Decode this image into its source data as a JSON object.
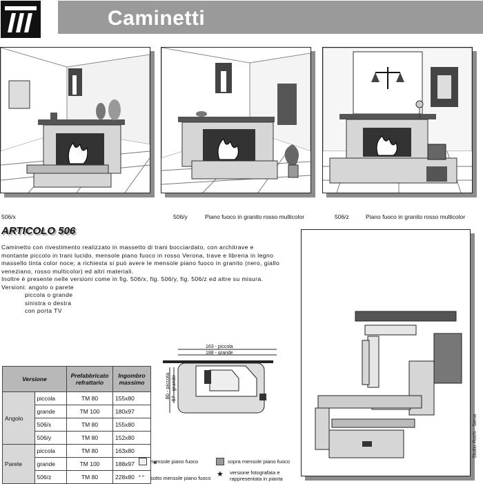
{
  "header": {
    "title": "Caminetti"
  },
  "photos": [
    {
      "code": "506/x",
      "caption": ""
    },
    {
      "code": "506/y",
      "caption": "Piano fuoco in granito rosso multicolor"
    },
    {
      "code": "506/z",
      "caption": "Piano fuoco in granito rosso multicolor"
    }
  ],
  "article": {
    "title": "ARTICOLO 506",
    "desc": [
      "Caminetto con rivestimento realizzato in massetto di trani bocciardato, con architrave e",
      "montante piccolo in trani lucido, mensole piano fuoco in rosso Verona, trave e libreria in legno",
      "massello tinta color noce; a richiesta si può avere le mensole piano fuoco in granito (nero, giallo",
      "veneziano, rosso multicolor) ed altri materiali.",
      "Inoltre è presente nelle versioni come in fig. 506/x, fig. 506/y, fig. 506/z ed altre su misura.",
      "Versioni: angolo o parete"
    ],
    "options": [
      "piccola o grande",
      "sinistra o destra",
      "con porta TV"
    ]
  },
  "table": {
    "headers": [
      "Versione",
      "Prefabbricato refrattario",
      "Ingombro massimo"
    ],
    "groups": [
      {
        "name": "Angolo",
        "rows": [
          {
            "size": "piccola",
            "prefab": "TM 80",
            "dim": "155x80",
            "star": ""
          },
          {
            "size": "grande",
            "prefab": "TM 100",
            "dim": "180x97",
            "star": ""
          },
          {
            "size": "506/x",
            "prefab": "TM 80",
            "dim": "155x80",
            "star": ""
          },
          {
            "size": "506/y",
            "prefab": "TM 80",
            "dim": "152x80",
            "star": ""
          }
        ]
      },
      {
        "name": "Parete",
        "rows": [
          {
            "size": "piccola",
            "prefab": "TM 80",
            "dim": "163x80",
            "star": ""
          },
          {
            "size": "grande",
            "prefab": "TM 100",
            "dim": "188x97",
            "star": "*"
          },
          {
            "size": "506/z",
            "prefab": "TM 80",
            "dim": "228x80",
            "star": ""
          }
        ]
      }
    ]
  },
  "plan": {
    "w_small": "163 - piccola",
    "w_large": "188 - grande",
    "d_small": "80 - piccola",
    "d_large": "97 - grande"
  },
  "legend": {
    "mensole": "mensole piano fuoco",
    "sopra": "sopra mensole piano fuoco",
    "sotto": "sotto mensole piano fuoco",
    "foto_1": "versione fotografata e",
    "foto_2": "rappresentata in pianta"
  },
  "credit": "Studio Rochi - Siena",
  "colors": {
    "banner": "#9a9a9a",
    "stone": "#d6d6d6",
    "shadow": "#8c8c8c"
  }
}
